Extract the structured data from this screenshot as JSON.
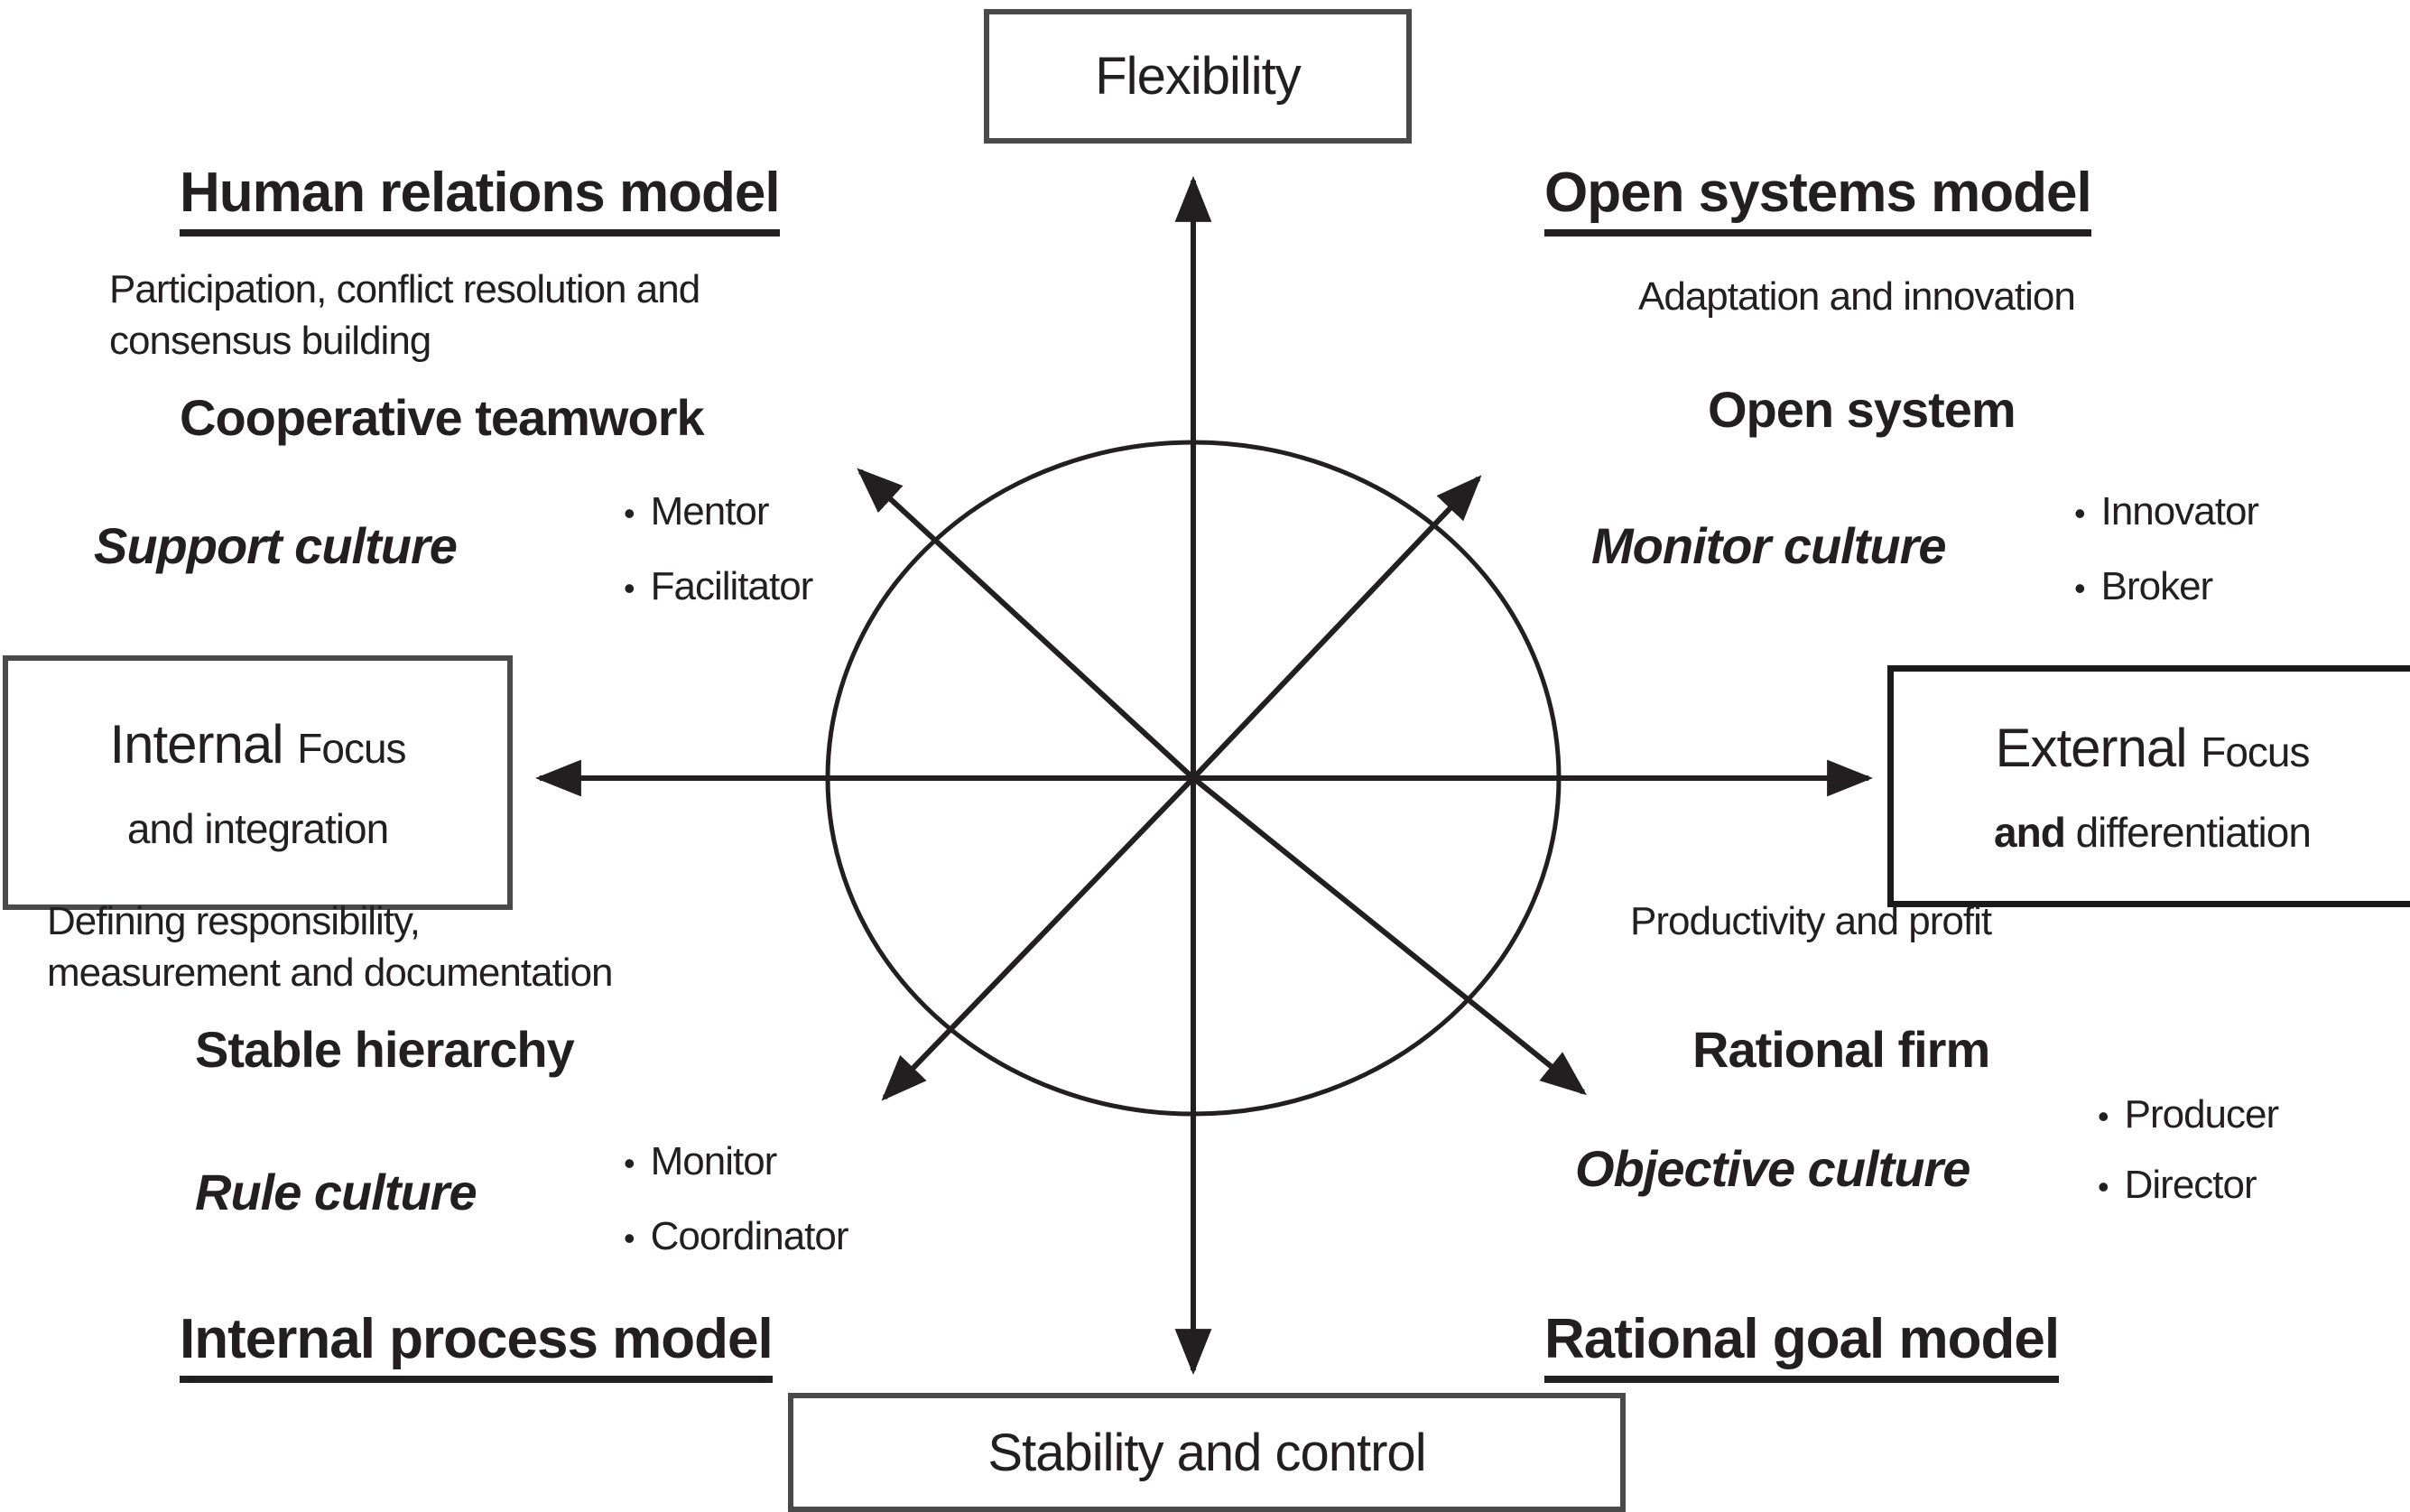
{
  "figure": {
    "axes": {
      "top_label": "Flexibility",
      "bottom_label": "Stability and control",
      "left_box": {
        "primary": "Internal",
        "secondary": "Focus",
        "line2": "and integration"
      },
      "right_box": {
        "primary": "External",
        "secondary": "Focus",
        "line2_bold": "and",
        "line2_regular": "differentiation"
      }
    },
    "quadrants": {
      "top_left": {
        "heading": "Human relations model",
        "desc_line1": "Participation, conflict resolution and",
        "desc_line2": "consensus building",
        "organization": "Cooperative teamwork",
        "culture": "Support culture",
        "role1": "Mentor",
        "role2": "Facilitator"
      },
      "top_right": {
        "heading": "Open systems model",
        "desc_line1": "Adaptation and innovation",
        "organization": "Open system",
        "culture": "Monitor culture",
        "role1": "Innovator",
        "role2": "Broker"
      },
      "bottom_left": {
        "heading": "Internal process model",
        "desc_line1": "Defining responsibility,",
        "desc_line2": "measurement and documentation",
        "organization": "Stable hierarchy",
        "culture": "Rule culture",
        "role1": "Monitor",
        "role2": "Coordinator"
      },
      "bottom_right": {
        "heading": "Rational goal model",
        "desc_line1": "Productivity and profit",
        "organization": "Rational firm",
        "culture": "Objective culture",
        "role1": "Producer",
        "role2": "Director"
      }
    },
    "bullet": "•",
    "colors": {
      "ink": "#231f20",
      "box_border_gray": "#4a4a4a",
      "box_border_dark": "#1a1a1a",
      "background": "#ffffff"
    }
  }
}
